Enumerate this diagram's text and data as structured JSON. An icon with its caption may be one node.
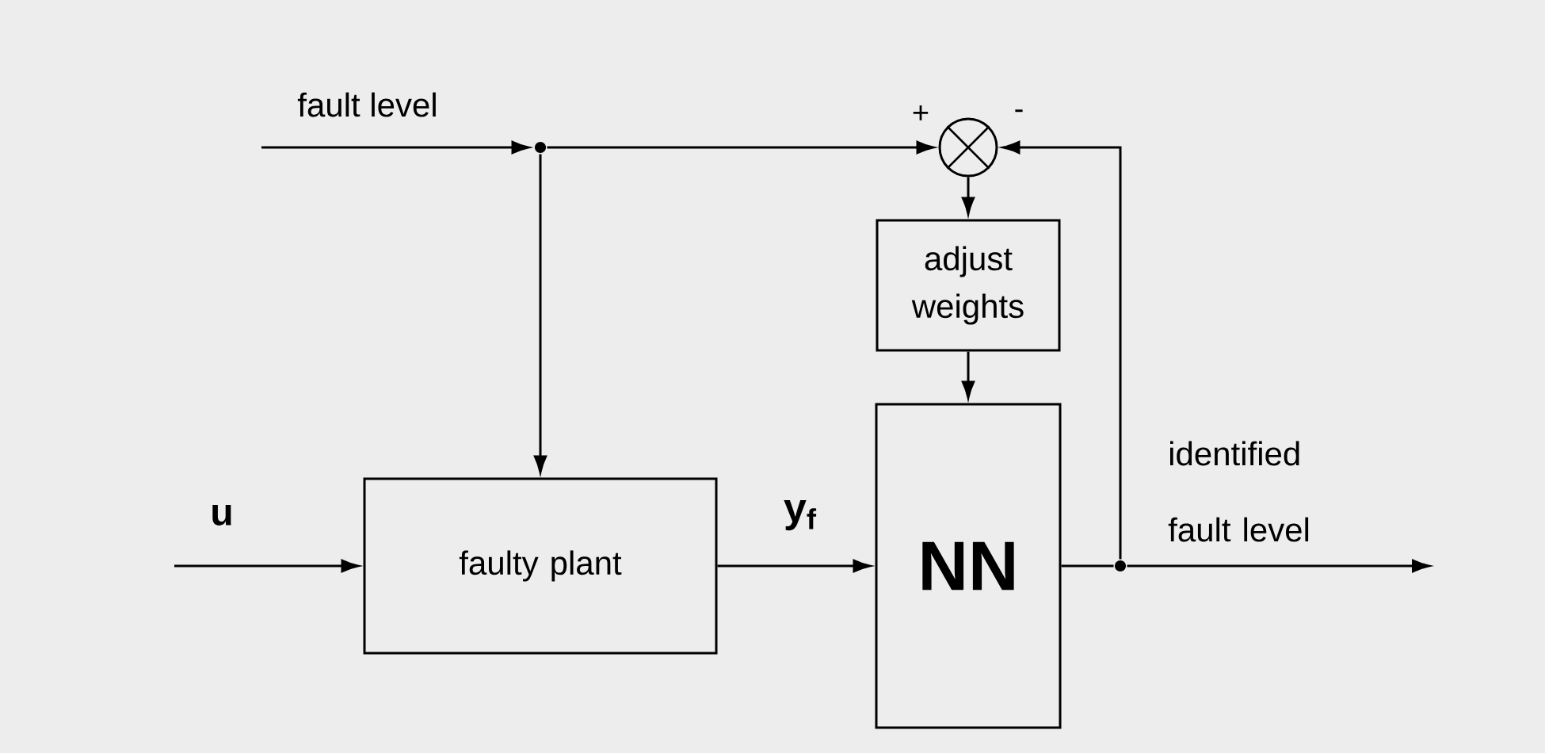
{
  "diagram": {
    "nodes": [
      {
        "text": [],
        "shape": "circle"
      },
      {
        "text": [],
        "shape": "circle",
        "beside": [
          "+",
          "-"
        ]
      },
      {
        "text": [
          "adjust weights"
        ]
      },
      {
        "text": [
          "faulty plant"
        ]
      },
      {
        "text": [
          "NN"
        ]
      },
      {
        "text": [],
        "shape": "circle"
      }
    ],
    "edges": [
      {
        "from": null,
        "to": 0,
        "arrow": "to",
        "label": "fault level"
      },
      {
        "from": 0,
        "to": 1,
        "arrow": "to"
      },
      {
        "from": 0,
        "to": 3,
        "arrow": "to"
      },
      {
        "from": 1,
        "to": 2,
        "arrow": "to"
      },
      {
        "from": 2,
        "to": 4,
        "arrow": "to"
      },
      {
        "from": null,
        "to": 3,
        "arrow": "to",
        "label": "u"
      },
      {
        "from": 3,
        "to": 4,
        "arrow": "to",
        "label": "y$_{f}$"
      },
      {
        "from": 4,
        "to": 5,
        "arrow": "none"
      },
      {
        "from": 5,
        "to": null,
        "arrow": "to",
        "label": "identified fault level"
      },
      {
        "from": 5,
        "to": 1,
        "arrow": "to"
      }
    ]
  }
}
